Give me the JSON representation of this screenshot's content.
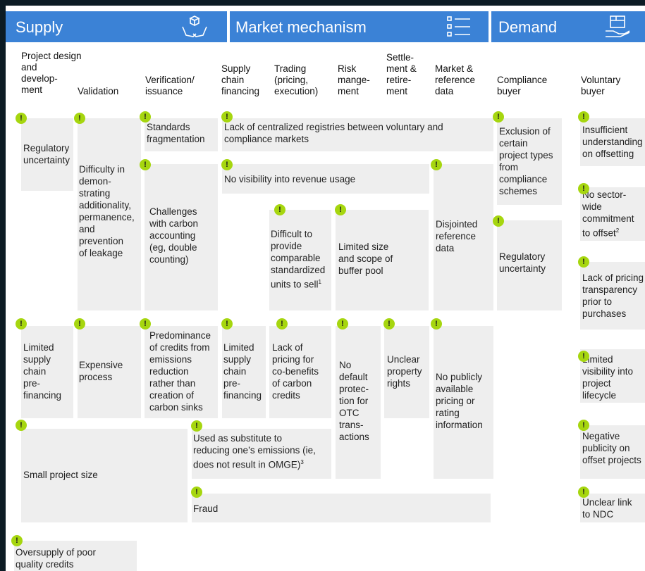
{
  "bands": {
    "supply": "Supply",
    "market": "Market mechanism",
    "demand": "Demand"
  },
  "icons": [
    "handshake-box-icon",
    "list-icon",
    "hand-box-icon"
  ],
  "headers": {
    "project": "Project design\nand\ndevelop-\nment",
    "validation": "Validation",
    "verification": "Verification/\nissuance",
    "financing": "Supply\nchain\nfinancing",
    "trading": "Trading\n(pricing,\nexecution)",
    "risk": "Risk\nmange-\nment",
    "settlement": "Settle-\nment &\nretire-\nment",
    "market_data": "Market &\nreference\ndata",
    "compliance": "Compliance\nbuyer",
    "voluntary": "Voluntary\nbuyer"
  },
  "badge_symbol": "!",
  "colors": {
    "band": "#3b82d6",
    "badge": "#a6d60f",
    "cell": "#eeeeee"
  },
  "cells": {
    "regulatory_uncertainty_1": "Regulatory\nuncertainty",
    "additionality": "Difficulty in\ndemon-\nstrating\nadditionality,\npermanence,\nand\nprevention\nof leakage",
    "standards": "Standards\nfragmentation",
    "registries": "Lack of centralized registries between voluntary and\ncompliance markets",
    "carbon_accounting": "Challenges\nwith carbon\naccounting\n(eg, double\ncounting)",
    "revenue_usage": "No visibility into revenue usage",
    "comparable_units": "Difficult to\nprovide\ncomparable\nstandardized\nunits to sell",
    "comparable_units_sup": "1",
    "buffer_pool": "Limited size\nand scope of\nbuffer pool",
    "reference_data": "Disjointed\nreference\ndata",
    "exclusion": "Exclusion of\ncertain\nproject types\nfrom\ncompliance\nschemes",
    "regulatory_uncertainty_2": "Regulatory\nuncertainty",
    "insufficient": "Insufficient\nunderstanding\non offsetting",
    "no_sector": "No sector-\nwide\ncommitment\nto offset",
    "no_sector_sup": "2",
    "pricing_transparency": "Lack of pricing\ntransparency\nprior to\npurchases",
    "limited_supply": "Limited\nsupply\nchain\npre-\nfinancing",
    "expensive": "Expensive\nprocess",
    "predominance": "Predominance\nof credits from\nemissions\nreduction\nrather than\ncreation of\ncarbon sinks",
    "limited_supply_2": "Limited\nsupply\nchain\npre-\nfinancing",
    "cobenefits": "Lack of\npricing for\nco-benefits\nof carbon\ncredits",
    "otc": "No\ndefault\nprotec-\ntion for\nOTC\ntrans-\nactions",
    "property_rights": "Unclear\nproperty\nrights",
    "no_public_pricing": "No publicly\navailable\npricing or\nrating\ninformation",
    "limited_visibility": "Limited\nvisibility into\nproject\nlifecycle",
    "small_project": "Small project size",
    "substitute": "Used as substitute to\nreducing one’s emissions (ie,\ndoes not result in OMGE)",
    "substitute_sup": "3",
    "negative_publicity": "Negative\npublicity on\noffset projects",
    "fraud": "Fraud",
    "ndc": "Unclear link\nto NDC",
    "oversupply": "Oversupply of poor\nquality credits"
  }
}
